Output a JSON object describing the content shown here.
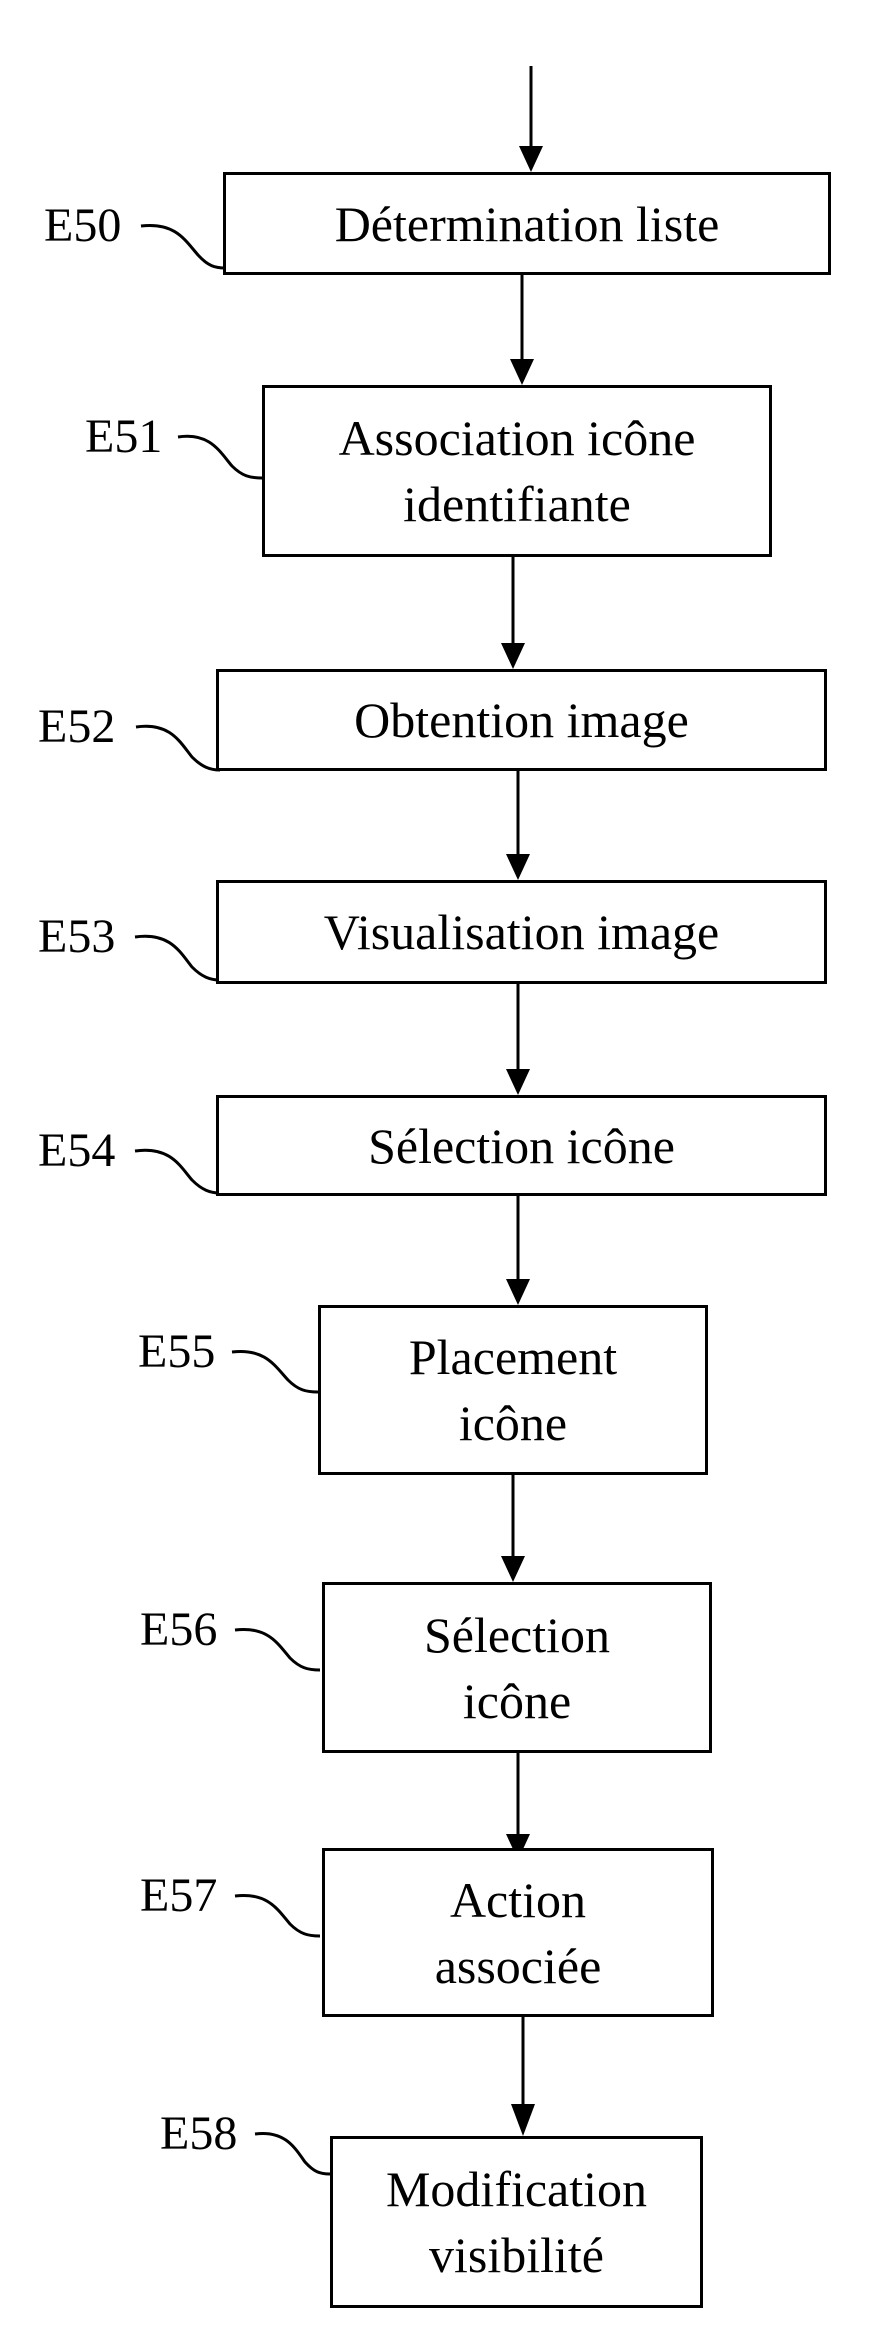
{
  "diagram": {
    "steps": [
      {
        "ref": "E50",
        "label": "Détermination liste"
      },
      {
        "ref": "E51",
        "label": "Association icône identifiante",
        "lines": [
          "Association icône",
          "identifiante"
        ]
      },
      {
        "ref": "E52",
        "label": "Obtention image"
      },
      {
        "ref": "E53",
        "label": "Visualisation image"
      },
      {
        "ref": "E54",
        "label": "Sélection icône"
      },
      {
        "ref": "E55",
        "label": "Placement icône",
        "lines": [
          "Placement",
          "icône"
        ]
      },
      {
        "ref": "E56",
        "label": "Sélection icône",
        "lines": [
          "Sélection",
          "icône"
        ]
      },
      {
        "ref": "E57",
        "label": "Action associée",
        "lines": [
          "Action",
          "associée"
        ]
      },
      {
        "ref": "E58",
        "label": "Modification visibilité",
        "lines": [
          "Modification",
          "visibilité"
        ]
      }
    ],
    "colors": {
      "stroke": "#000000",
      "background": "#ffffff"
    }
  }
}
